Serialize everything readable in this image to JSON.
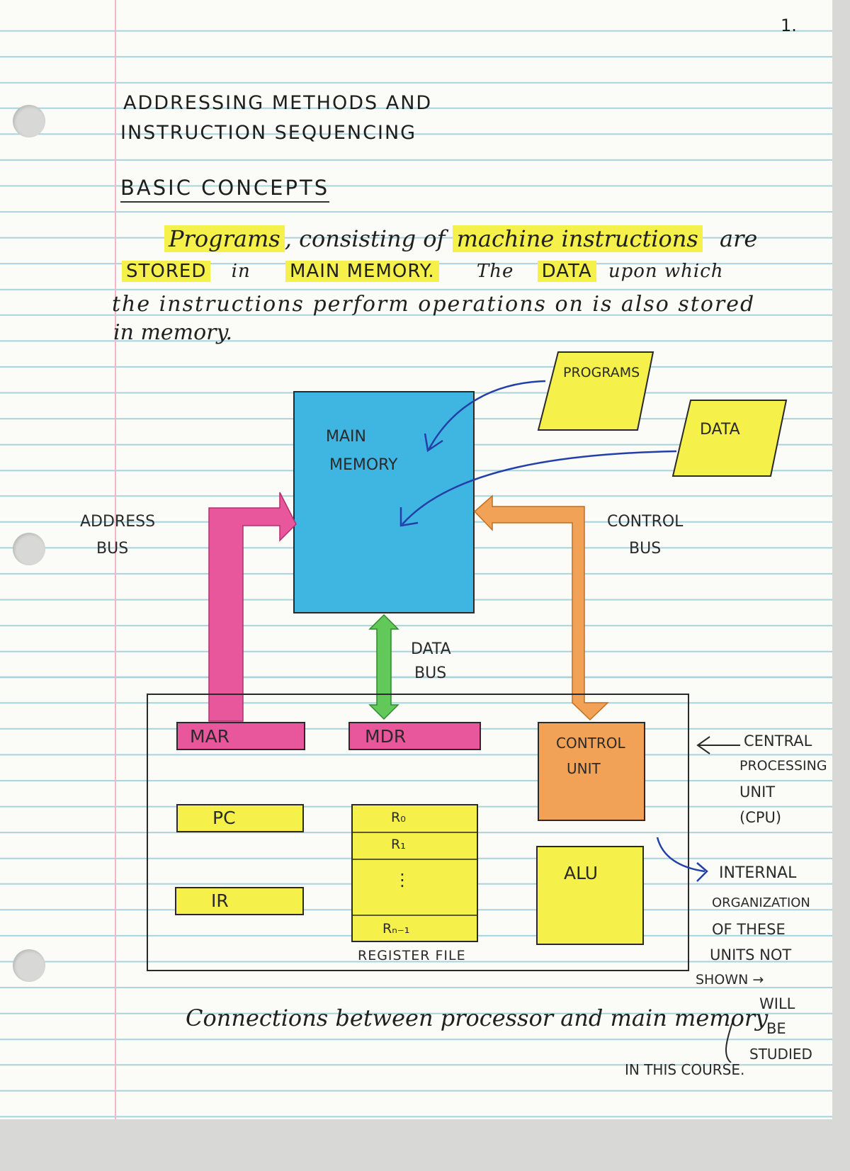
{
  "page": {
    "number": "1.",
    "title_line1": "ADDRESSING METHODS AND",
    "title_line2": "INSTRUCTION SEQUENCING",
    "section_heading": "BASIC CONCEPTS",
    "paragraph": {
      "w_programs": "Programs",
      "w_consisting": ", consisting of",
      "w_machine_instructions": "machine instructions",
      "w_are": "are",
      "w_stored": "STORED",
      "w_in": "in",
      "w_main_memory": "MAIN MEMORY.",
      "w_the": "The",
      "w_data": "DATA",
      "w_upon_which": "upon which",
      "line3": "the instructions perform operations on is also stored",
      "line4": "in memory."
    },
    "caption": "Connections between processor and main memory"
  },
  "diagram": {
    "main_memory_line1": "MAIN",
    "main_memory_line2": "MEMORY",
    "programs": "PROGRAMS",
    "data": "DATA",
    "address_bus_line1": "ADDRESS",
    "address_bus_line2": "BUS",
    "control_bus_line1": "CONTROL",
    "control_bus_line2": "BUS",
    "data_bus_line1": "DATA",
    "data_bus_line2": "BUS",
    "mar": "MAR",
    "mdr": "MDR",
    "pc": "PC",
    "ir": "IR",
    "control_unit_line1": "CONTROL",
    "control_unit_line2": "UNIT",
    "alu": "ALU",
    "r0": "R₀",
    "r1": "R₁",
    "rdots": "⋮",
    "rn1": "Rₙ₋₁",
    "register_file": "REGISTER FILE",
    "cpu_line1": "CENTRAL",
    "cpu_line2": "PROCESSING",
    "cpu_line3": "UNIT",
    "cpu_line4": "(CPU)"
  },
  "note": {
    "line1": "INTERNAL",
    "line2": "ORGANIZATION",
    "line3": "OF THESE",
    "line4": "UNITS NOT",
    "line5": "SHOWN →",
    "line6": "WILL",
    "line7": "BE",
    "line8": "STUDIED",
    "line9": "IN THIS COURSE."
  },
  "colors": {
    "highlighter_yellow": "#f5f04a",
    "memory_blue": "#3fb6e2",
    "address_pink": "#e8569c",
    "control_orange": "#f2a257",
    "data_green": "#62c85a",
    "note_blue": "#2240a8"
  }
}
